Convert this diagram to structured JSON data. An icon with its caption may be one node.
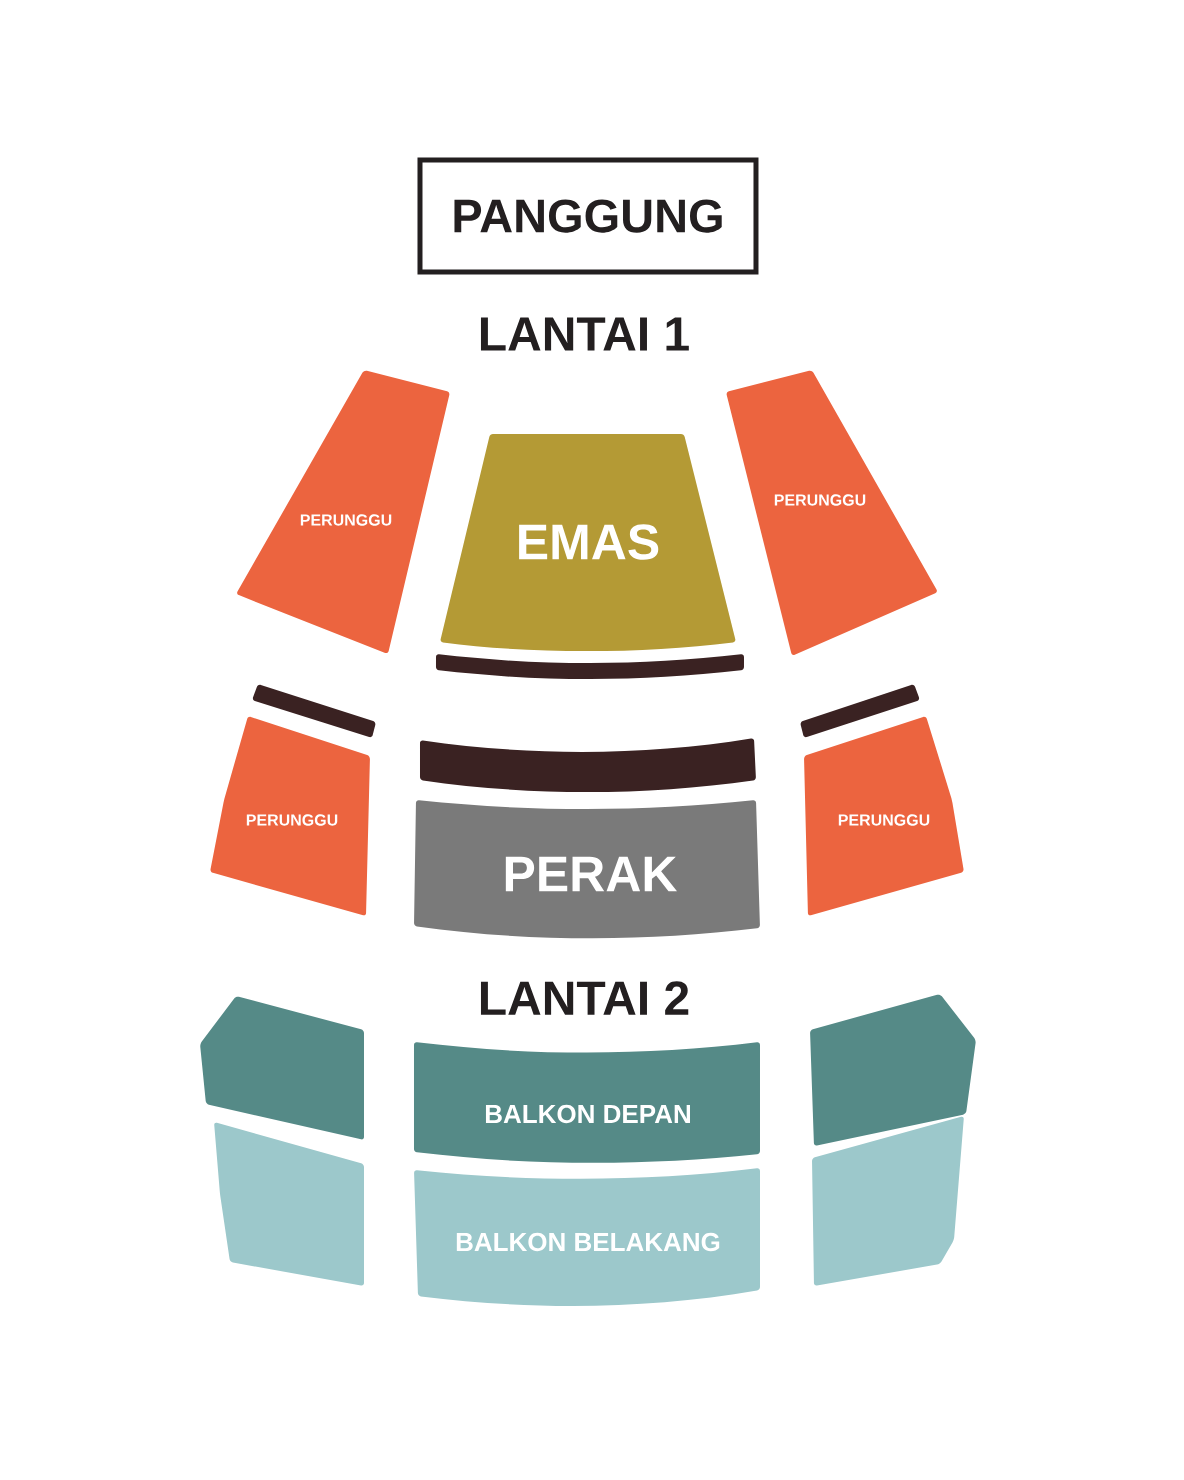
{
  "diagram": {
    "nodes": [
      {
        "text": [
          "PANGGUNG"
        ]
      },
      {
        "text": [
          "PERUNGGU"
        ]
      },
      {
        "text": [
          "EMAS"
        ]
      },
      {
        "text": [
          "PERUNGGU"
        ]
      },
      {
        "text": [],
        "shape": "bar"
      },
      {
        "text": [],
        "shape": "bar"
      },
      {
        "text": [],
        "shape": "bar"
      },
      {
        "text": [],
        "shape": "bar"
      },
      {
        "text": [
          "PERUNGGU"
        ]
      },
      {
        "text": [
          "PERAK"
        ]
      },
      {
        "text": [
          "PERUNGGU"
        ]
      },
      {
        "text": [],
        "shape": "box"
      },
      {
        "text": [
          "BALKON DEPAN"
        ]
      },
      {
        "text": [],
        "shape": "box"
      },
      {
        "text": [],
        "shape": "box"
      },
      {
        "text": [
          "BALKON BELAKANG"
        ]
      },
      {
        "text": [],
        "shape": "box"
      }
    ],
    "labels": [
      "LANTAI 1",
      "LANTAI 2"
    ]
  }
}
